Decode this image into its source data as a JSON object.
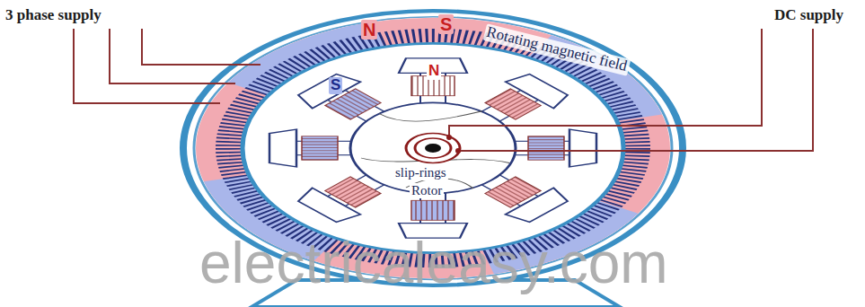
{
  "diagram": {
    "labels": [
      "3 phase supply",
      "DC supply",
      "N",
      "S",
      "Rotating magnetic field",
      "S",
      "N",
      "slip-rings",
      "Rotor",
      "electricaleasy.com"
    ]
  }
}
